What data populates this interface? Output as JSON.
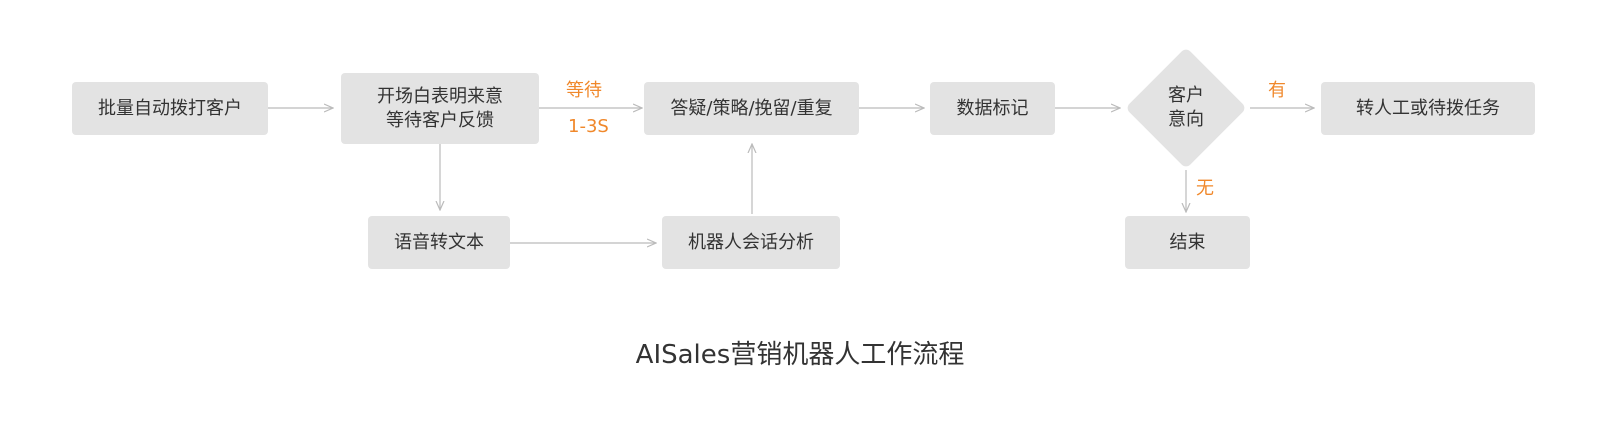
{
  "nodes": {
    "batch_dial": "批量自动拨打客户",
    "opening_line1": "开场白表明来意",
    "opening_line2": "等待客户反馈",
    "qa_strategy": "答疑/策略/挽留/重复",
    "data_tag": "数据标记",
    "intent_line1": "客户",
    "intent_line2": "意向",
    "transfer": "转人工或待拨任务",
    "speech_to_text": "语音转文本",
    "robot_analysis": "机器人会话分析",
    "end": "结束"
  },
  "edge_labels": {
    "wait": "等待",
    "wait_time": "1-3S",
    "yes": "有",
    "no": "无"
  },
  "caption": "AISales营销机器人工作流程",
  "colors": {
    "node_fill": "#e3e3e3",
    "text": "#333333",
    "accent": "#f0882b",
    "arrow": "#bbbbbb"
  }
}
